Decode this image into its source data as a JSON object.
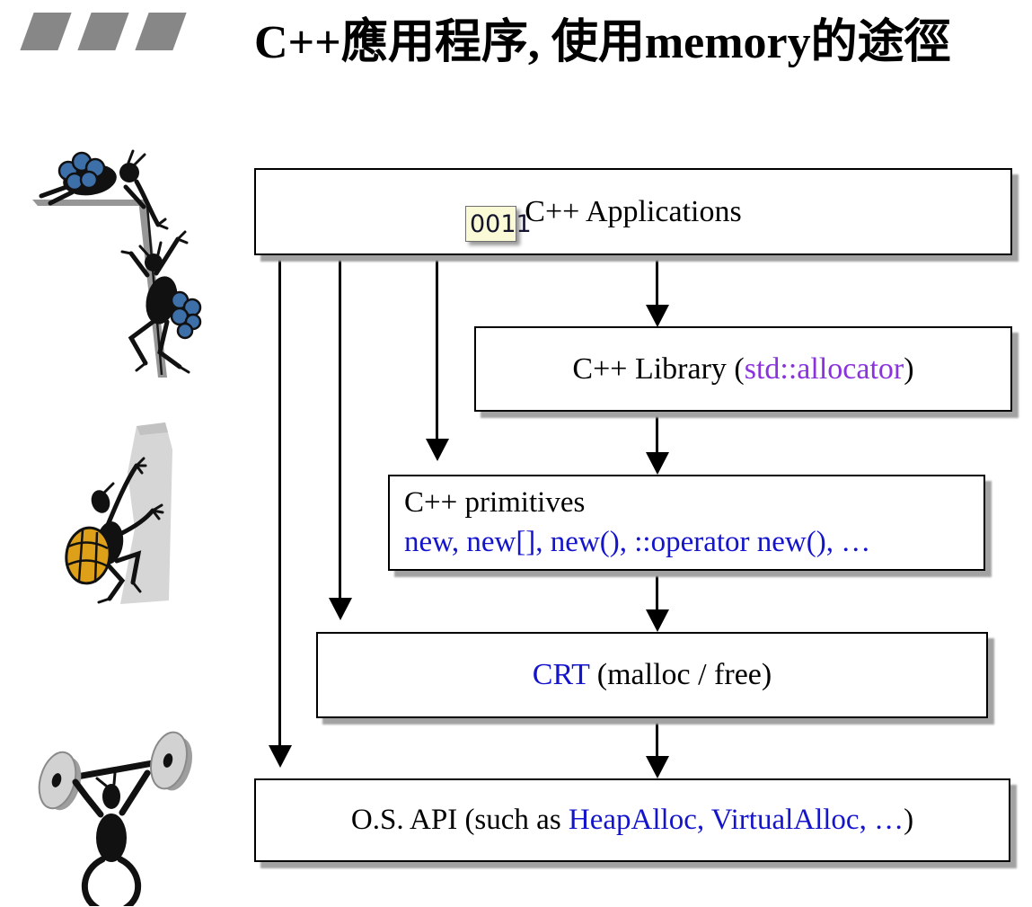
{
  "title": "C++應用程序, 使用memory的途徑",
  "badge": {
    "text": "0011"
  },
  "boxes": {
    "app": {
      "label": "C++ Applications"
    },
    "lib": {
      "prefix": "C++ Library (",
      "allocator": "std::allocator",
      "suffix": ")"
    },
    "prim": {
      "title": "C++ primitives",
      "detail": "new, new[], new(), ::operator new(), …"
    },
    "crt": {
      "name": "CRT",
      "suffix": " (malloc / free)"
    },
    "os": {
      "prefix": "O.S. API (such as ",
      "apis": "HeapAlloc, VirtualAlloc, …",
      "suffix": ")"
    }
  },
  "edges": [
    {
      "from": "C++ Applications",
      "to": "C++ Library (std::allocator)"
    },
    {
      "from": "C++ Applications",
      "to": "C++ primitives"
    },
    {
      "from": "C++ Applications",
      "to": "CRT (malloc / free)"
    },
    {
      "from": "C++ Applications",
      "to": "O.S. API (such as HeapAlloc, VirtualAlloc, …)"
    },
    {
      "from": "C++ Library (std::allocator)",
      "to": "C++ primitives"
    },
    {
      "from": "C++ primitives",
      "to": "CRT (malloc / free)"
    },
    {
      "from": "CRT (malloc / free)",
      "to": "O.S. API (such as HeapAlloc, VirtualAlloc, …)"
    }
  ],
  "icons": [
    {
      "name": "climbing-ants-clipart"
    },
    {
      "name": "cliff-climber-clipart"
    },
    {
      "name": "weightlifter-ant-clipart"
    }
  ],
  "colors": {
    "keyword_blue": "#1414cd",
    "allocator_purple": "#8a33dd",
    "decor_bar_gray": "#878787",
    "box_shadow_gray": "#a2a2a2",
    "badge_bg": "#fbfad6",
    "backpack_blue": "#3d6fa8",
    "backpack_gold": "#dda018"
  }
}
